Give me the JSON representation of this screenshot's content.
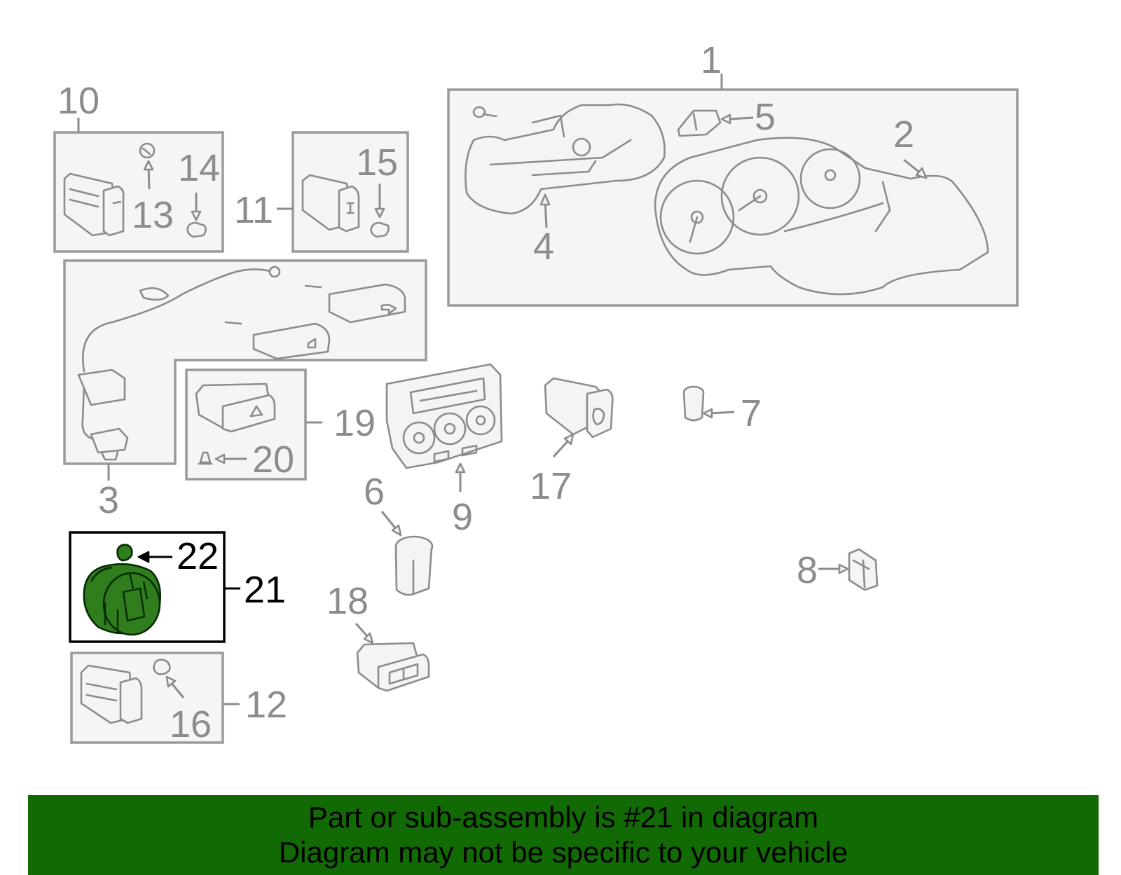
{
  "colors": {
    "highlight_part": "#2f7d1c",
    "banner_background": "#126a04",
    "gray_lines": "#8c8c8c",
    "box_fill": "#f5f5f5"
  },
  "callouts": {
    "c1": "1",
    "c2": "2",
    "c3": "3",
    "c4": "4",
    "c5": "5",
    "c6": "6",
    "c7": "7",
    "c8": "8",
    "c9": "9",
    "c10": "10",
    "c11": "11",
    "c12": "12",
    "c13": "13",
    "c14": "14",
    "c15": "15",
    "c16": "16",
    "c17": "17",
    "c18": "18",
    "c19": "19",
    "c20": "20",
    "c21": "21",
    "c22": "22"
  },
  "highlighted_callout": "21",
  "banner": {
    "line1": "Part or sub-assembly is #21 in diagram",
    "line2": "Diagram may not be specific to your vehicle"
  }
}
